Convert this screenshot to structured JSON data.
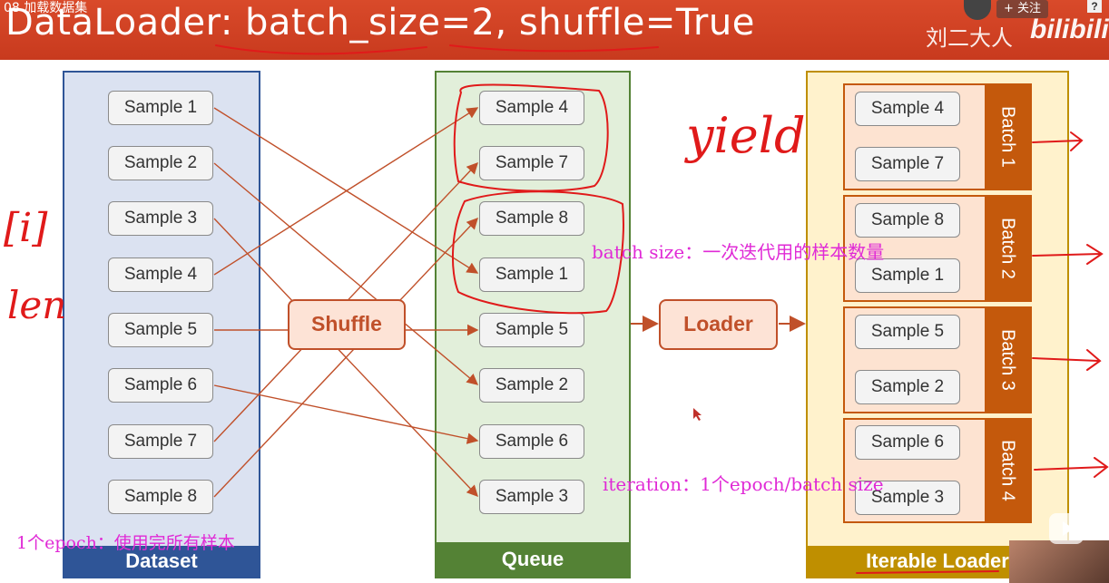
{
  "video_title": "08 加载数据集",
  "slide_title": "DataLoader: batch_size=2, shuffle=True",
  "uploader": "刘二大人",
  "brand": "bilibili",
  "follow_label": "+ 关注",
  "help_label": "?",
  "dataset": {
    "label": "Dataset",
    "samples": [
      "Sample 1",
      "Sample 2",
      "Sample 3",
      "Sample 4",
      "Sample 5",
      "Sample 6",
      "Sample 7",
      "Sample 8"
    ]
  },
  "shuffle_label": "Shuffle",
  "queue": {
    "label": "Queue",
    "samples": [
      "Sample 4",
      "Sample 7",
      "Sample 8",
      "Sample 1",
      "Sample 5",
      "Sample 2",
      "Sample 6",
      "Sample 3"
    ]
  },
  "loader_label": "Loader",
  "iterable_loader": {
    "label": "Iterable Loader",
    "batches": [
      {
        "name": "Batch 1",
        "samples": [
          "Sample 4",
          "Sample 7"
        ]
      },
      {
        "name": "Batch 2",
        "samples": [
          "Sample 8",
          "Sample 1"
        ]
      },
      {
        "name": "Batch 3",
        "samples": [
          "Sample 5",
          "Sample 2"
        ]
      },
      {
        "name": "Batch 4",
        "samples": [
          "Sample 6",
          "Sample 3"
        ]
      }
    ]
  },
  "annotations": {
    "batch_size_note": "batch size：一次迭代用的样本数量",
    "iteration_note": "iteration：1个epoch/batch size",
    "epoch_note": "1个epoch：使用完所有样本",
    "handwriting_yield": "yield",
    "handwriting_index": "[i]",
    "handwriting_len": "len"
  },
  "colors": {
    "header": "#d2421f",
    "dataset_fill": "#dbe2f1",
    "dataset_accent": "#2f5597",
    "queue_fill": "#e2efda",
    "queue_accent": "#548235",
    "iterable_fill": "#fff2cc",
    "iterable_accent": "#bf8f00",
    "batch_tab": "#c4590c",
    "arrow": "#c0502a",
    "annotation_pink": "#e02ad6",
    "handwriting_red": "#e01a1a"
  }
}
